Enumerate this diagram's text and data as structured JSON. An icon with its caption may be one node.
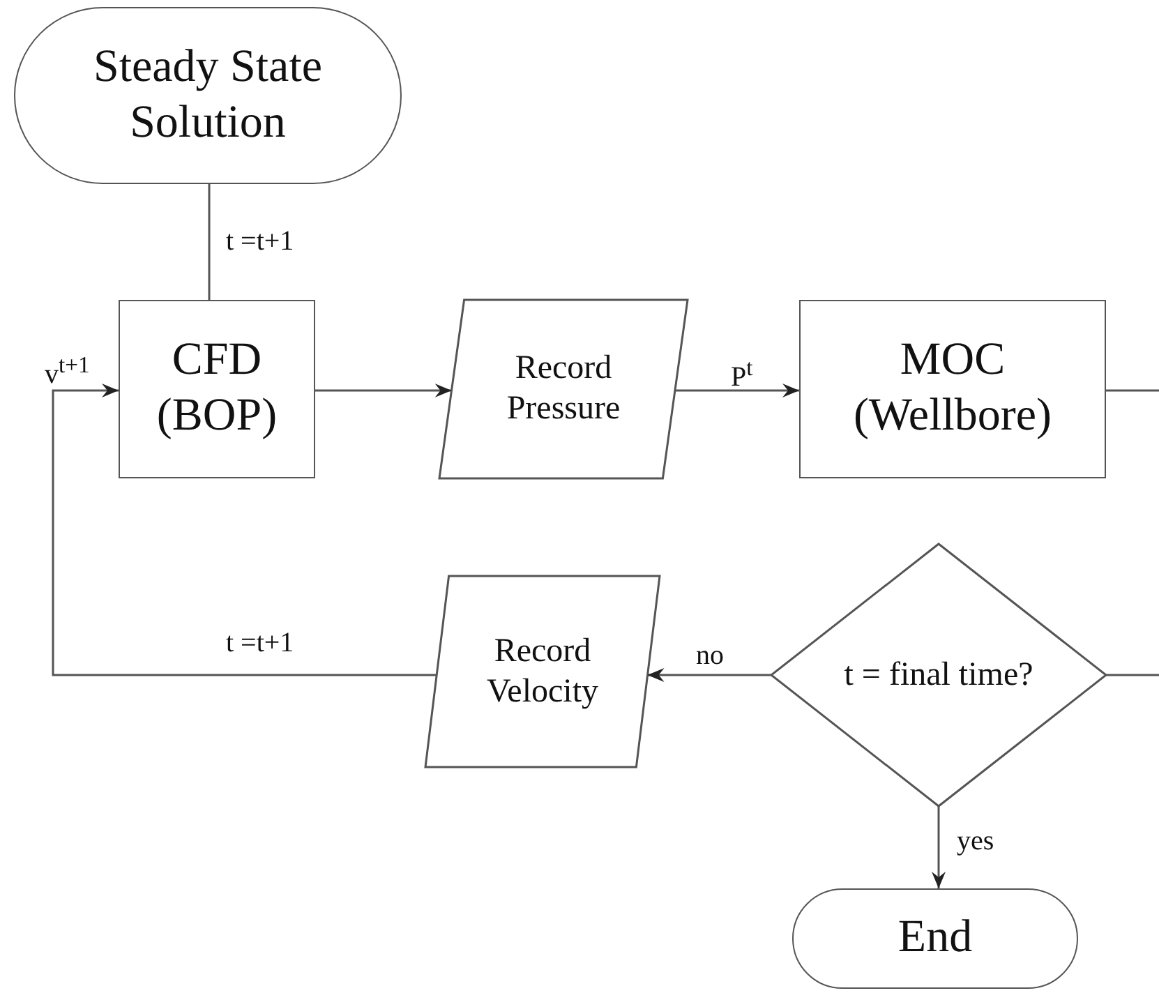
{
  "diagram": {
    "nodes": [
      {
        "text": [
          "Steady State Solution"
        ]
      },
      {
        "text": [
          "CFD (BOP)"
        ]
      },
      {
        "text": [
          "Record Pressure"
        ]
      },
      {
        "text": [
          "MOC (Wellbore)"
        ]
      },
      {
        "text": [
          "t = final time?"
        ]
      },
      {
        "text": [
          "Record Velocity"
        ]
      },
      {
        "text": [
          "End"
        ]
      }
    ],
    "edges": [
      {
        "from": 0,
        "to": 1,
        "arrow": "none",
        "label": "t =t+1"
      },
      {
        "from": 1,
        "to": 2,
        "arrow": "to"
      },
      {
        "from": 2,
        "to": 3,
        "arrow": "to",
        "label": "P$^{t}$"
      },
      {
        "from": 3,
        "to": null,
        "arrow": "none"
      },
      {
        "from": 4,
        "to": null,
        "arrow": "none"
      },
      {
        "from": 4,
        "to": 5,
        "arrow": "to",
        "label": "no"
      },
      {
        "from": 5,
        "to": 1,
        "arrow": "to",
        "label": "t =t+1"
      },
      {
        "from": 4,
        "to": 6,
        "arrow": "to",
        "label": "yes"
      }
    ],
    "labels": [
      "v$^{t+1}$"
    ]
  }
}
